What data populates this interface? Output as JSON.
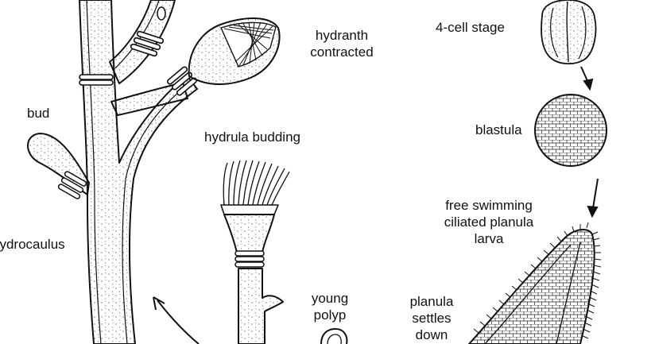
{
  "labels": {
    "hydranth": [
      "hydranth",
      "contracted"
    ],
    "bud": "bud",
    "hydrocaulus": "hydrocaulus",
    "hydrula_budding": "hydrula budding",
    "four_cell": "4-cell stage",
    "blastula": "blastula",
    "planula_larva": [
      "free swimming",
      "ciliated planula",
      "larva"
    ],
    "young_polyp": [
      "young",
      "polyp"
    ],
    "planula_settles": [
      "planula",
      "settles",
      "down"
    ]
  },
  "colors": {
    "ink": "#111111",
    "paper": "#ffffff"
  }
}
